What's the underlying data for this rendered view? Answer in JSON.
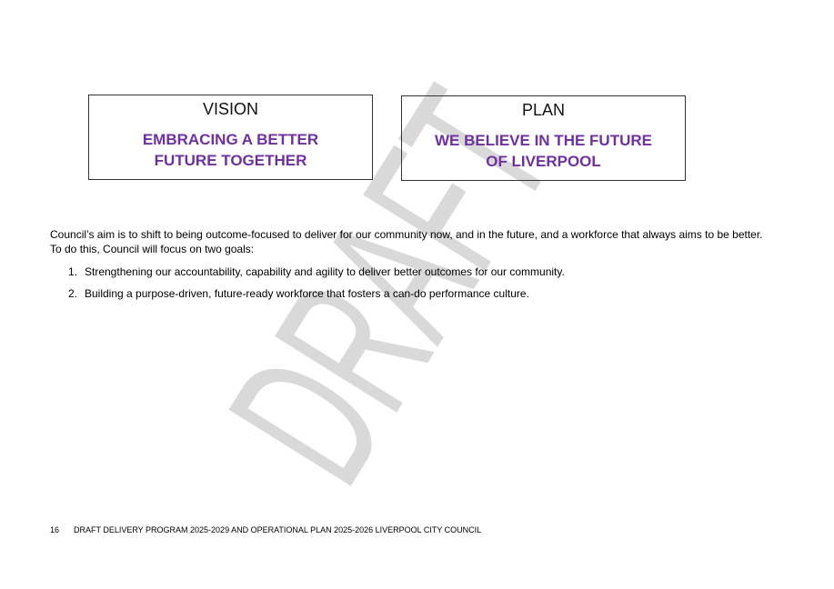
{
  "accent_color": "#7030A0",
  "watermark": {
    "text": "DRAFT",
    "color": "#d9d9d9"
  },
  "vision": {
    "title": "VISION",
    "statement_line1": "EMBRACING A BETTER",
    "statement_line2": "FUTURE TOGETHER"
  },
  "plan": {
    "title": "PLAN",
    "statement_line1": "WE BELIEVE IN THE FUTURE",
    "statement_line2": "OF LIVERPOOL"
  },
  "intro": {
    "line1": "Council’s aim is to shift to being outcome-focused to deliver for our community now, and in the future, and a workforce that always aims to be better.",
    "line2": "To do this, Council will focus on two goals:"
  },
  "goals": [
    {
      "number": "1.",
      "text": "Strengthening our accountability, capability and agility to deliver better outcomes for our community."
    },
    {
      "number": "2.",
      "text": "Building a purpose-driven, future-ready workforce that fosters a can-do performance culture."
    }
  ],
  "footer": {
    "page_number": "16",
    "text": "DRAFT DELIVERY PROGRAM 2025-2029 AND OPERATIONAL PLAN 2025-2026 LIVERPOOL CITY COUNCIL"
  }
}
